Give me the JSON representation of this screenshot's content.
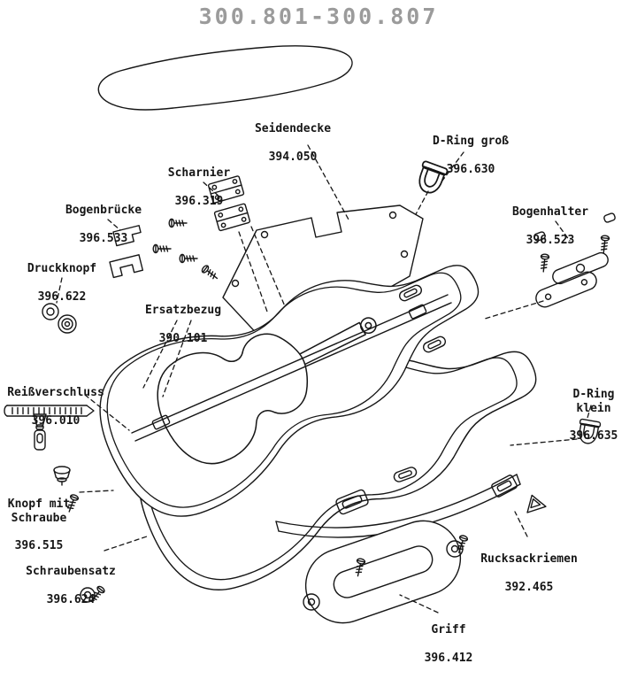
{
  "title": "300.801-300.807",
  "colors": {
    "ink": "#161616",
    "title": "#9b9b9b",
    "background": "#ffffff"
  },
  "parts": {
    "seidendecke": {
      "name": "Seidendecke",
      "num": "394.050"
    },
    "dring_gross": {
      "name": "D-Ring groß",
      "num": "396.630"
    },
    "scharnier": {
      "name": "Scharnier",
      "num": "396.319"
    },
    "bogenbruecke": {
      "name": "Bogenbrücke",
      "num": "396.533"
    },
    "bogenhalter": {
      "name": "Bogenhalter",
      "num": "396.523"
    },
    "druckknopf": {
      "name": "Druckknopf",
      "num": "396.622"
    },
    "ersatzbezug": {
      "name": "Ersatzbezug",
      "num": "390.101"
    },
    "reissverschluss": {
      "name": "Reißverschluss",
      "num": "396.010"
    },
    "dring_klein": {
      "name": "D-Ring klein",
      "num": "396.635"
    },
    "knopf_mit_schraube": {
      "name": "Knopf mit\nSchraube",
      "num": "396.515"
    },
    "schraubensatz": {
      "name": "Schraubensatz",
      "num": "396.624"
    },
    "rucksackriemen": {
      "name": "Rucksackriemen",
      "num": "392.465"
    },
    "griff": {
      "name": "Griff",
      "num": "396.412"
    }
  }
}
